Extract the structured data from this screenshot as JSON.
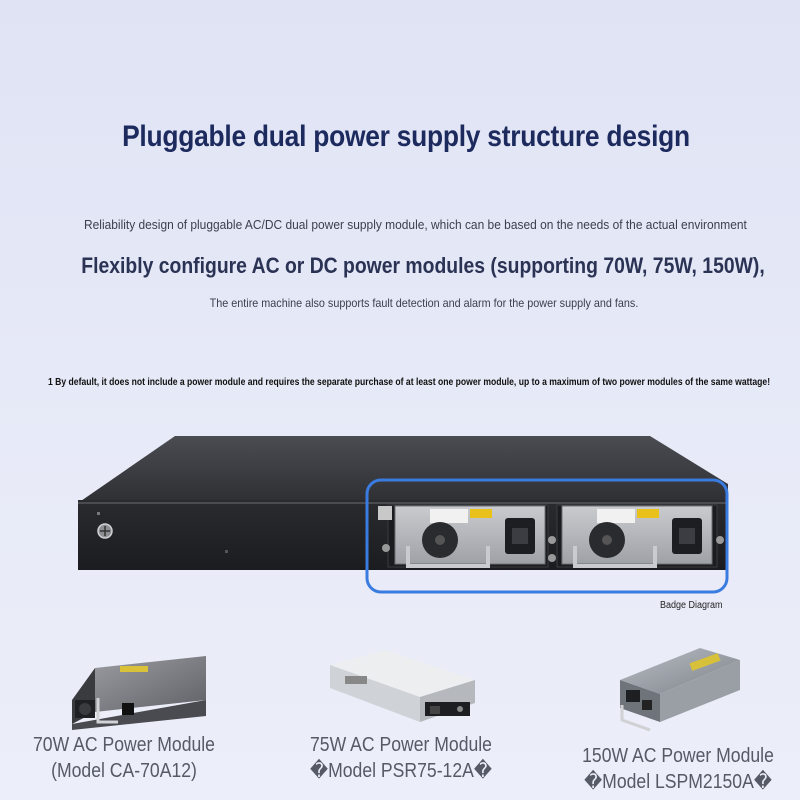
{
  "header": {
    "title": "Pluggable dual power supply structure design",
    "line1": "Reliability design of pluggable AC/DC dual power supply module, which can be based on the needs of the actual environment",
    "line2": "Flexibly configure AC or DC power modules (supporting 70W, 75W, 150W),",
    "line3": "The entire machine also supports fault detection and alarm for the power supply and fans."
  },
  "note": "1 By default, it does not include a power module and requires the separate purchase of at least one power module, up to a maximum of two power modules of the same wattage!",
  "device": {
    "badge_caption": "Badge Diagram",
    "highlight_color": "#3a7be0"
  },
  "modules": [
    {
      "name": "70W AC Power Module",
      "model": "(Model CA-70A12)"
    },
    {
      "name": "75W AC Power Module",
      "model": "�Model PSR75-12A�"
    },
    {
      "name": "150W AC Power Module",
      "model": "�Model LSPM2150A�"
    }
  ]
}
